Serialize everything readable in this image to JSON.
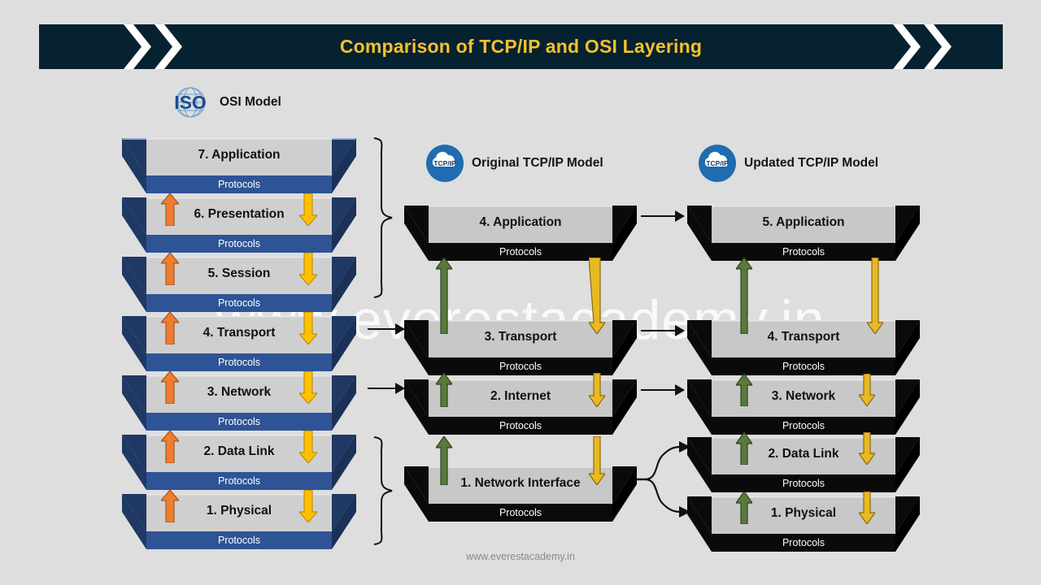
{
  "header": {
    "title": "Comparison of TCP/IP and OSI Layering",
    "bg_color": "#06212f",
    "title_color": "#f2c12e",
    "chevron_icon": "chevron-right-icon"
  },
  "page": {
    "background_color": "#dedede",
    "watermark_large": "www.everestacademy.in",
    "footer_text": "www.everestacademy.in"
  },
  "columns": {
    "osi": {
      "logo_text": "ISO",
      "logo_icon": "iso-globe-icon",
      "caption": "OSI Model",
      "protocols_label": "Protocols",
      "side_color": "#1f3864",
      "top_color": "#cfcfcf",
      "protocols_color": "#2e5496",
      "up_arrow_color": "#ed7d31",
      "down_arrow_color": "#ffc000",
      "layers": [
        {
          "name": "7. Application",
          "protocols": "Protocols"
        },
        {
          "name": "6. Presentation",
          "protocols": "Protocols"
        },
        {
          "name": "5. Session",
          "protocols": "Protocols"
        },
        {
          "name": "4. Transport",
          "protocols": "Protocols"
        },
        {
          "name": "3. Network",
          "protocols": "Protocols"
        },
        {
          "name": "2. Data Link",
          "protocols": "Protocols"
        },
        {
          "name": "1. Physical",
          "protocols": "Protocols"
        }
      ]
    },
    "original_tcpip": {
      "logo_text": "TCP/IP",
      "logo_icon": "tcpip-cloud-icon",
      "caption": "Original TCP/IP Model",
      "protocols_label": "Protocols",
      "side_color": "#0a0a0a",
      "top_color": "#c8c8c8",
      "protocols_color": "#0a0a0a",
      "up_arrow_color": "#5a7a3c",
      "down_arrow_color": "#e8b923",
      "layers": [
        {
          "name": "4. Application",
          "protocols": "Protocols"
        },
        {
          "name": "3. Transport",
          "protocols": "Protocols"
        },
        {
          "name": "2. Internet",
          "protocols": "Protocols"
        },
        {
          "name": "1. Network Interface",
          "protocols": "Protocols"
        }
      ]
    },
    "updated_tcpip": {
      "logo_text": "TCP/IP",
      "logo_icon": "tcpip-cloud-icon",
      "caption": "Updated TCP/IP Model",
      "protocols_label": "Protocols",
      "side_color": "#0a0a0a",
      "top_color": "#c8c8c8",
      "protocols_color": "#0a0a0a",
      "up_arrow_color": "#5a7a3c",
      "down_arrow_color": "#e8b923",
      "layers": [
        {
          "name": "5. Application",
          "protocols": "Protocols"
        },
        {
          "name": "4. Transport",
          "protocols": "Protocols"
        },
        {
          "name": "3. Network",
          "protocols": "Protocols"
        },
        {
          "name": "2. Data Link",
          "protocols": "Protocols"
        },
        {
          "name": "1. Physical",
          "protocols": "Protocols"
        }
      ]
    }
  }
}
